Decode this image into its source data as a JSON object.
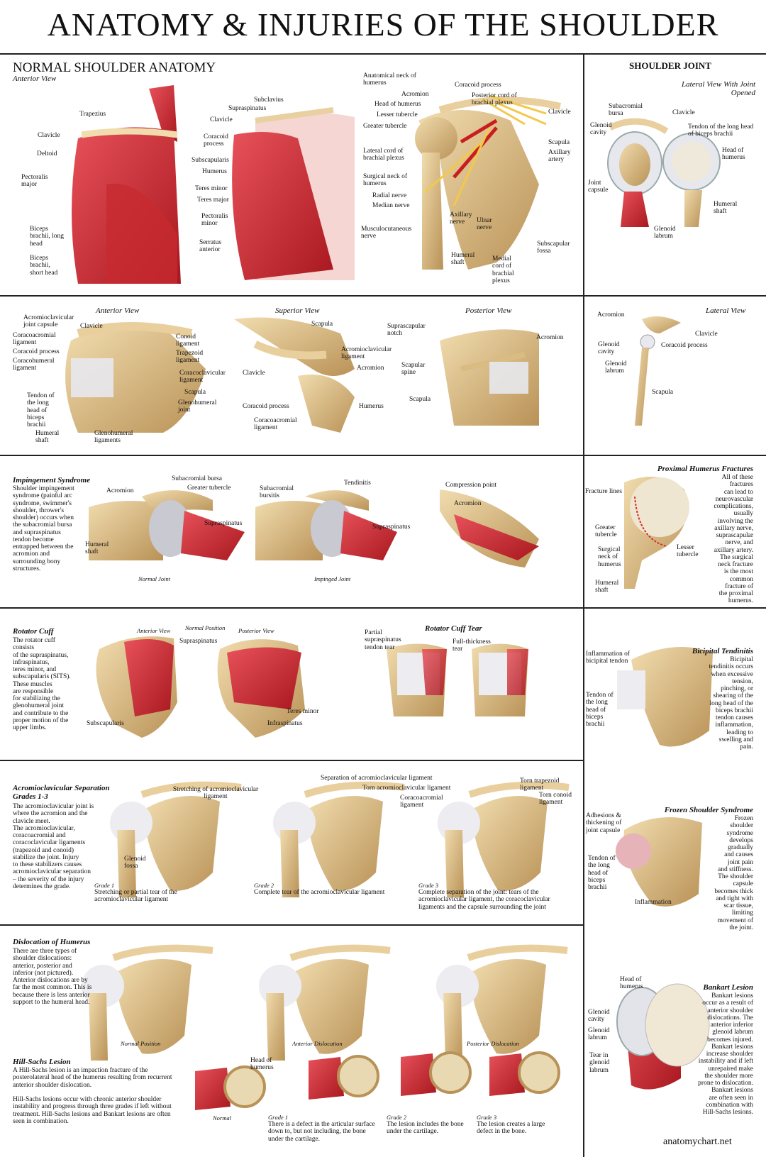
{
  "title": "ANATOMY & INJURIES OF THE SHOULDER",
  "footer": "anatomychart.net",
  "normal": {
    "heading": "NORMAL SHOULDER ANATOMY",
    "view": "Anterior View",
    "labels": [
      "Trapezius",
      "Clavicle",
      "Deltoid",
      "Pectoralis major",
      "Biceps brachii, long head",
      "Biceps brachii, short head",
      "Subclavius",
      "Supraspinatus",
      "Clavicle",
      "Coracoid process",
      "Subscapularis",
      "Humerus",
      "Teres minor",
      "Teres major",
      "Pectoralis minor",
      "Serratus anterior",
      "Anatomical neck of humerus",
      "Acromion",
      "Head of humerus",
      "Lesser tubercle",
      "Greater tubercle",
      "Lateral cord of brachial plexus",
      "Surgical neck of humerus",
      "Radial nerve",
      "Median nerve",
      "Musculocutaneous nerve",
      "Coracoid process",
      "Posterior cord of brachial plexus",
      "Clavicle",
      "Scapula",
      "Axillary artery",
      "Axillary nerve",
      "Ulnar nerve",
      "Subscapular fossa",
      "Humeral shaft",
      "Medial cord of brachial plexus"
    ]
  },
  "joint": {
    "heading": "SHOULDER JOINT",
    "view": "Lateral View With Joint Opened",
    "labels": [
      "Subacromial bursa",
      "Clavicle",
      "Glenoid cavity",
      "Tendon of the long head of biceps brachii",
      "Head of humerus",
      "Joint capsule",
      "Humeral shaft",
      "Glenoid labrum"
    ]
  },
  "ligaments": {
    "views": [
      "Anterior View",
      "Superior View",
      "Posterior View",
      "Lateral View"
    ],
    "anterior": [
      "Acromioclavicular joint capsule",
      "Clavicle",
      "Coracoacromial ligament",
      "Coracoid process",
      "Coracohumeral ligament",
      "Conoid ligament",
      "Trapezoid ligament",
      "Coracoclavicular ligament",
      "Scapula",
      "Glenohumeral joint",
      "Tendon of the long head of biceps brachii",
      "Humeral shaft",
      "Glenohumeral ligaments"
    ],
    "superior": [
      "Scapula",
      "Acromioclavicular ligament",
      "Acromion",
      "Clavicle",
      "Coracoid process",
      "Coracoacromial ligament",
      "Humerus"
    ],
    "posterior": [
      "Suprascapular notch",
      "Acromion",
      "Scapular spine",
      "Scapula"
    ],
    "lateral": [
      "Acromion",
      "Clavicle",
      "Glenoid cavity",
      "Coracoid process",
      "Glenoid labrum",
      "Scapula"
    ]
  },
  "impingement": {
    "title": "Impingement Syndrome",
    "text": [
      "Shoulder impingement",
      "syndrome (painful arc",
      "syndrome, swimmer's",
      "shoulder, thrower's",
      "shoulder) occurs when",
      "the subacromial bursa",
      "and supraspinatus",
      "tendon become",
      "entrapped between the",
      "acromion and",
      "surrounding bony",
      "structures."
    ],
    "labels": [
      "Subacromial bursa",
      "Acromion",
      "Greater tubercle",
      "Supraspinatus",
      "Humeral shaft",
      "Subacromial bursitis",
      "Tendinitis",
      "Supraspinatus",
      "Compression point",
      "Acromion"
    ],
    "captions": [
      "Normal Joint",
      "Impinged Joint"
    ]
  },
  "proximal": {
    "title": "Proximal Humerus Fractures",
    "text": [
      "All of these",
      "fractures",
      "can lead to",
      "neurovascular",
      "complications,",
      "usually",
      "involving the",
      "axillary nerve,",
      "suprascapular",
      "nerve, and",
      "axillary artery.",
      "The surgical",
      "neck fracture",
      "is the most",
      "common",
      "fracture of",
      "the proximal",
      "humerus."
    ],
    "labels": [
      "Fracture lines",
      "Greater tubercle",
      "Lesser tubercle",
      "Surgical neck of humerus",
      "Humeral shaft"
    ]
  },
  "rotator": {
    "title": "Rotator Cuff",
    "text": [
      "The rotator cuff",
      "consists",
      "of the supraspinatus,",
      "infraspinatus,",
      "teres minor, and",
      "subscapularis (SITS).",
      "These muscles",
      "are responsible",
      "for stabilizing the",
      "glenohumeral joint",
      "and contribute to the",
      "proper motion of the",
      "upper limbs."
    ],
    "views": [
      "Anterior View",
      "Normal Position",
      "Posterior View"
    ],
    "labels": [
      "Supraspinatus",
      "Subscapularis",
      "Teres minor",
      "Infraspinatus"
    ],
    "tear_title": "Rotator Cuff Tear",
    "tear_labels": [
      "Partial supraspinatus tendon tear",
      "Full-thickness tear"
    ]
  },
  "bicipital": {
    "title": "Bicipital Tendinitis",
    "text": [
      "Bicipital",
      "tendinitis occurs",
      "when excessive",
      "tension,",
      "pinching, or",
      "shearing of the",
      "long head of the",
      "biceps brachii",
      "tendon causes",
      "inflammation,",
      "leading to",
      "swelling and",
      "pain."
    ],
    "labels": [
      "Inflammation of bicipital tendon",
      "Tendon of the long head of biceps brachii"
    ]
  },
  "ac": {
    "title": "Acromioclavicular Separation",
    "title2": "Grades 1-3",
    "text": [
      "The acromioclavicular joint is",
      "where the acromion and the",
      "clavicle meet.",
      "The acromioclavicular,",
      "coracoacromial and",
      "coracoclavicular ligaments",
      "(trapezoid and conoid)",
      "stabilize the joint. Injury",
      "to these stabilizers causes",
      "acromioclavicular separation",
      "– the severity of the injury",
      "determines the grade."
    ],
    "labels": [
      "Stretching of acromioclavicular ligament",
      "Glenoid fossa",
      "Separation of acromioclavicular ligament",
      "Torn acromioclavicular ligament",
      "Coracoacromial ligament",
      "Torn trapezoid ligament",
      "Torn conoid ligament"
    ],
    "grades": [
      "Grade 1",
      "Grade 2",
      "Grade 3"
    ],
    "grade_text": [
      "Stretching or partial tear of the acromioclavicular ligament",
      "Complete tear of the acromioclavicular ligament",
      "Complete separation of the joint: tears of the acromioclavicular ligament, the coracoclavicular ligaments and the capsule surrounding the joint"
    ]
  },
  "frozen": {
    "title": "Frozen Shoulder Syndrome",
    "text": [
      "Frozen",
      "shoulder",
      "syndrome",
      "develops",
      "gradually",
      "and causes",
      "joint pain",
      "and stiffness.",
      "The shoulder",
      "capsule",
      "becomes thick",
      "and tight with",
      "scar tissue,",
      "limiting",
      "movement of",
      "the joint."
    ],
    "labels": [
      "Adhesions & thickening of joint capsule",
      "Tendon of the long head of biceps brachii",
      "Inflammation"
    ]
  },
  "dislocation": {
    "title": "Dislocation of Humerus",
    "text": [
      "There are three types of",
      "shoulder dislocations:",
      "anterior, posterior and",
      "inferior (not pictured).",
      "Anterior dislocations are by",
      "far the most common. This is",
      "because there is less anterior",
      "support to the humeral head."
    ],
    "captions": [
      "Normal Position",
      "Anterior Dislocation",
      "Posterior Dislocation"
    ]
  },
  "bankart": {
    "title": "Bankart Lesion",
    "text": [
      "Bankart lesions",
      "occur as a result of",
      "anterior shoulder",
      "dislocations. The",
      "anterior inferior",
      "glenoid labrum",
      "becomes injured.",
      "Bankart lesions",
      "increase shoulder",
      "instability and if left",
      "unrepaired make",
      "the shoulder more",
      "prone to dislocation.",
      "Bankart lesions",
      "are often seen in",
      "combination with",
      "Hill-Sachs lesions."
    ],
    "labels": [
      "Head of humerus",
      "Glenoid cavity",
      "Glenoid labrum",
      "Tear in glenoid labrum"
    ]
  },
  "hillsachs": {
    "title": "Hill-Sachs Lesion",
    "text": [
      "A Hill-Sachs lesion is an impaction fracture of the",
      "posterolateral head of the humerus resulting from recurrent",
      "anterior shoulder dislocation.",
      "",
      "Hill-Sachs lesions occur with chronic anterior shoulder",
      "instability and progress through three grades if left without",
      "treatment. Hill-Sachs lesions and Bankart lesions are often",
      "seen in combination."
    ],
    "label": "Head of humerus",
    "normal": "Normal",
    "grades": [
      "Grade 1",
      "Grade 2",
      "Grade 3"
    ],
    "grade_text": [
      "There is a defect in the articular surface down to, but not including, the bone under the cartilage.",
      "The lesion includes the bone under the cartilage.",
      "The lesion creates a large defect in the bone."
    ]
  }
}
